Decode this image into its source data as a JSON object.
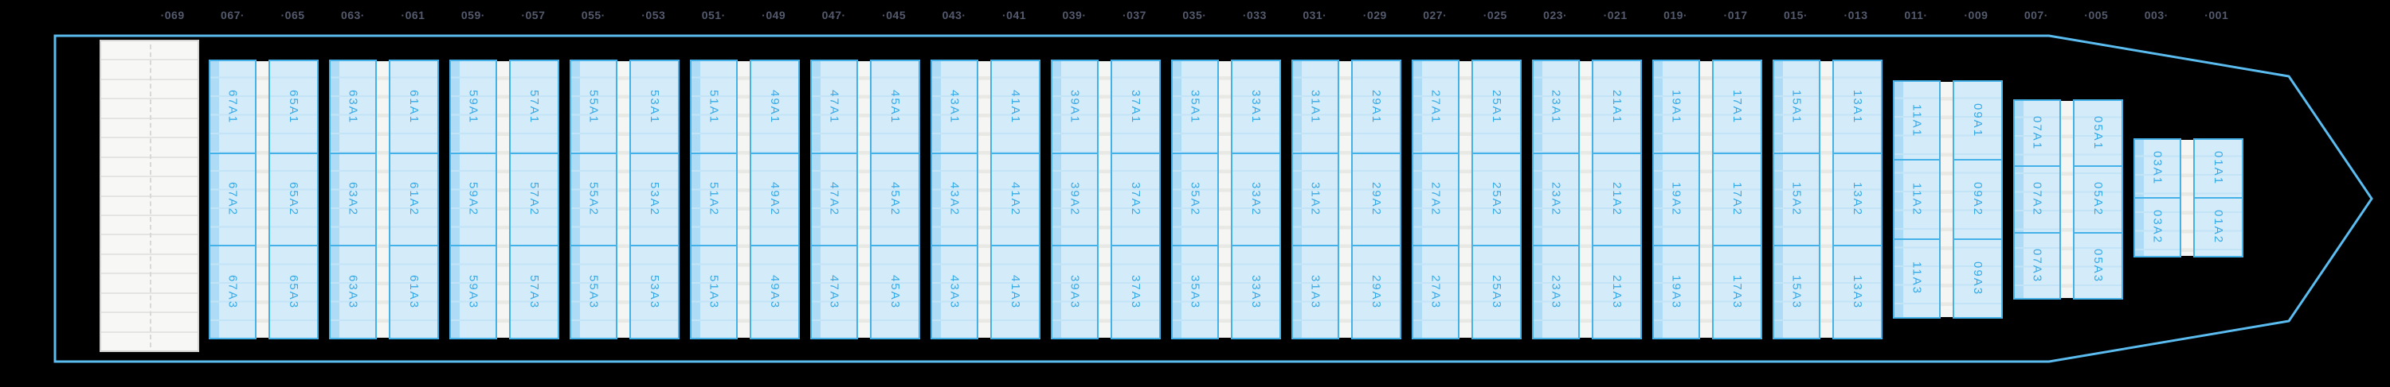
{
  "app": {
    "name": "vessel-deck-plan"
  },
  "colors": {
    "background": "#000000",
    "hull_outline": "#5bbcf0",
    "ruler_text": "#545a6d",
    "cell_fill": "#d4ebfa",
    "cell_strip": "#aedcf6",
    "cell_border": "#45b1e9",
    "cell_row_line": "#c3e3f6",
    "cell_text": "#36aae6",
    "hatch_gap_fill": "#f5f5f3",
    "hatch_gap_segment": "#e8e8e5",
    "superstructure_fill": "#f7f7f6",
    "superstructure_border": "#d4d4d2"
  },
  "ruler": {
    "labels": [
      "·069",
      "067·",
      "·065",
      "063·",
      "·061",
      "059·",
      "·057",
      "055·",
      "·053",
      "051·",
      "·049",
      "047·",
      "·045",
      "043·",
      "·041",
      "039·",
      "·037",
      "035·",
      "·033",
      "031·",
      "·029",
      "027·",
      "·025",
      "023·",
      "·021",
      "019·",
      "·017",
      "015·",
      "·013",
      "011·",
      "·009",
      "007·",
      "·005",
      "003·",
      "·001"
    ]
  },
  "superstructure": {
    "rows": 16
  },
  "bays": [
    {
      "left_bay": "67",
      "right_bay": "65",
      "left_cells": [
        "67A1",
        "67A2",
        "67A3"
      ],
      "right_cells": [
        "65A1",
        "65A2",
        "65A3"
      ]
    },
    {
      "left_bay": "63",
      "right_bay": "61",
      "left_cells": [
        "63A1",
        "63A2",
        "63A3"
      ],
      "right_cells": [
        "61A1",
        "61A2",
        "61A3"
      ]
    },
    {
      "left_bay": "59",
      "right_bay": "57",
      "left_cells": [
        "59A1",
        "59A2",
        "59A3"
      ],
      "right_cells": [
        "57A1",
        "57A2",
        "57A3"
      ]
    },
    {
      "left_bay": "55",
      "right_bay": "53",
      "left_cells": [
        "55A1",
        "55A2",
        "55A3"
      ],
      "right_cells": [
        "53A1",
        "53A2",
        "53A3"
      ]
    },
    {
      "left_bay": "51",
      "right_bay": "49",
      "left_cells": [
        "51A1",
        "51A2",
        "51A3"
      ],
      "right_cells": [
        "49A1",
        "49A2",
        "49A3"
      ]
    },
    {
      "left_bay": "47",
      "right_bay": "45",
      "left_cells": [
        "47A1",
        "47A2",
        "47A3"
      ],
      "right_cells": [
        "45A1",
        "45A2",
        "45A3"
      ]
    },
    {
      "left_bay": "43",
      "right_bay": "41",
      "left_cells": [
        "43A1",
        "43A2",
        "43A3"
      ],
      "right_cells": [
        "41A1",
        "41A2",
        "41A3"
      ]
    },
    {
      "left_bay": "39",
      "right_bay": "37",
      "left_cells": [
        "39A1",
        "39A2",
        "39A3"
      ],
      "right_cells": [
        "37A1",
        "37A2",
        "37A3"
      ]
    },
    {
      "left_bay": "35",
      "right_bay": "33",
      "left_cells": [
        "35A1",
        "35A2",
        "35A3"
      ],
      "right_cells": [
        "33A1",
        "33A2",
        "33A3"
      ]
    },
    {
      "left_bay": "31",
      "right_bay": "29",
      "left_cells": [
        "31A1",
        "31A2",
        "31A3"
      ],
      "right_cells": [
        "29A1",
        "29A2",
        "29A3"
      ]
    },
    {
      "left_bay": "27",
      "right_bay": "25",
      "left_cells": [
        "27A1",
        "27A2",
        "27A3"
      ],
      "right_cells": [
        "25A1",
        "25A2",
        "25A3"
      ]
    },
    {
      "left_bay": "23",
      "right_bay": "21",
      "left_cells": [
        "23A1",
        "23A2",
        "23A3"
      ],
      "right_cells": [
        "21A1",
        "21A2",
        "21A3"
      ]
    },
    {
      "left_bay": "19",
      "right_bay": "17",
      "left_cells": [
        "19A1",
        "19A2",
        "19A3"
      ],
      "right_cells": [
        "17A1",
        "17A2",
        "17A3"
      ]
    },
    {
      "left_bay": "15",
      "right_bay": "13",
      "left_cells": [
        "15A1",
        "15A2",
        "15A3"
      ],
      "right_cells": [
        "13A1",
        "13A2",
        "13A3"
      ]
    },
    {
      "left_bay": "11",
      "right_bay": "09",
      "left_cells": [
        "11A1",
        "11A2",
        "11A3"
      ],
      "right_cells": [
        "09A1",
        "09A2",
        "09A3"
      ]
    },
    {
      "left_bay": "07",
      "right_bay": "05",
      "left_cells": [
        "07A1",
        "07A2",
        "07A3"
      ],
      "right_cells": [
        "05A1",
        "05A2",
        "05A3"
      ]
    },
    {
      "left_bay": "03",
      "right_bay": "01",
      "left_cells": [
        "03A1",
        "03A2"
      ],
      "right_cells": [
        "01A1",
        "01A2"
      ]
    }
  ]
}
